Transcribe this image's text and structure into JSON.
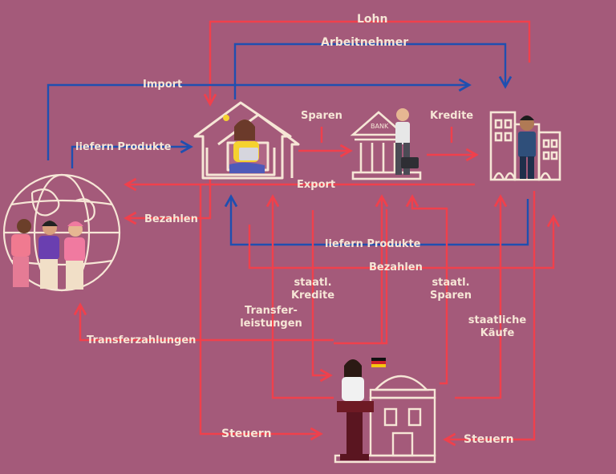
{
  "labels": {
    "lohn": "Lohn",
    "arbeitnehmer": "Arbeitnehmer",
    "import": "Import",
    "sparen": "Sparen",
    "kredite": "Kredite",
    "liefern_produkte_top": "liefern Produkte",
    "export": "Export",
    "bezahlen_left": "Bezahlen",
    "liefern_produkte_mid": "liefern Produkte",
    "bezahlen_mid": "Bezahlen",
    "staatl_kredite_1": "staatl.",
    "staatl_kredite_2": "Kredite",
    "staatl_sparen_1": "staatl.",
    "staatl_sparen_2": "Sparen",
    "transfer_1": "Transfer-",
    "transfer_2": "leistungen",
    "staatliche_kaeufe_1": "staatliche",
    "staatliche_kaeufe_2": "Käufe",
    "transferzahlungen": "Transferzahlungen",
    "steuern_left": "Steuern",
    "steuern_right": "Steuern"
  },
  "nodes": {
    "households": "households-illustration",
    "bank": "bank-illustration",
    "companies": "companies-illustration",
    "abroad": "globe-people-illustration",
    "state": "government-illustration"
  },
  "colors": {
    "background": "#a45a7a",
    "red_flow": "#f0404c",
    "blue_flow": "#1f4fb0",
    "cream": "#f6e6d6"
  }
}
